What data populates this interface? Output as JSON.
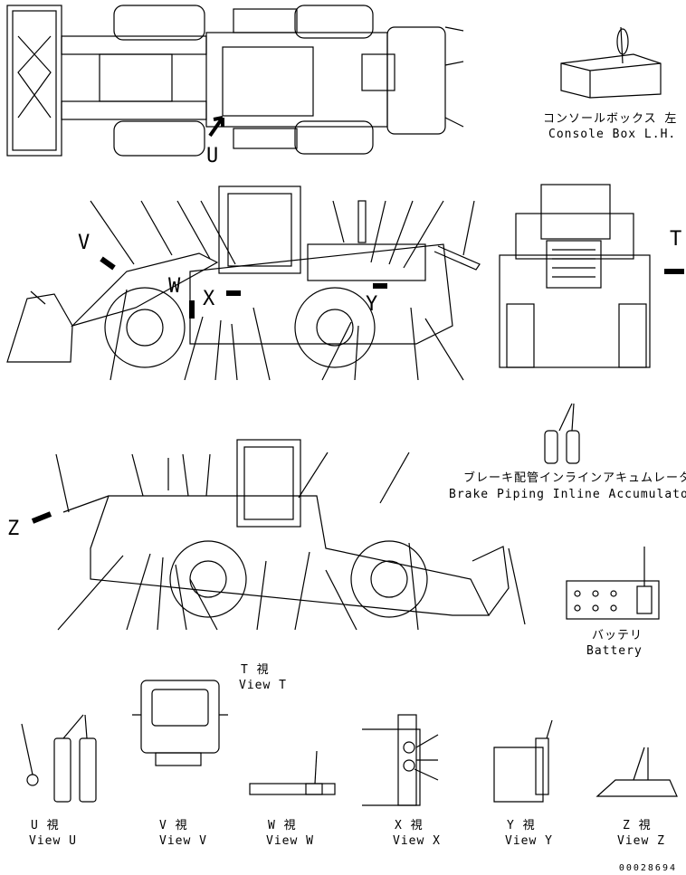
{
  "view_letters": {
    "u": "U",
    "v": "V",
    "w": "W",
    "x": "X",
    "y": "Y",
    "z": "Z",
    "t": "T"
  },
  "console_box": {
    "jp": "コンソールボックス 左",
    "en": "Console Box L.H."
  },
  "accumulator": {
    "jp": "ブレーキ配管インラインアキュムレータ",
    "en": "Brake Piping Inline Accumulator"
  },
  "battery": {
    "jp": "バッテリ",
    "en": "Battery"
  },
  "view_t": {
    "jp": "T 視",
    "en": "View T"
  },
  "detail_views": [
    {
      "jp": "U 視",
      "en": "View U"
    },
    {
      "jp": "V 視",
      "en": "View V"
    },
    {
      "jp": "W 視",
      "en": "View W"
    },
    {
      "jp": "X 視",
      "en": "View X"
    },
    {
      "jp": "Y 視",
      "en": "View Y"
    },
    {
      "jp": "Z 視",
      "en": "View Z"
    }
  ],
  "serial": "00028694"
}
